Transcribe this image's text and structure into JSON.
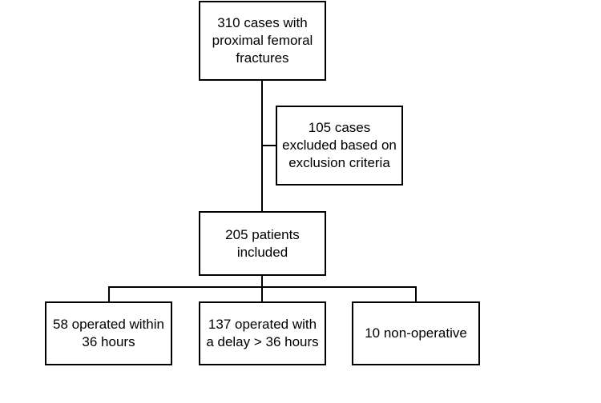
{
  "flowchart": {
    "top_box": {
      "lines": [
        "310 cases with",
        "proximal femoral",
        "fractures"
      ]
    },
    "excluded_box": {
      "lines": [
        "105 cases",
        "excluded based on",
        "exclusion criteria"
      ]
    },
    "included_box": {
      "lines": [
        "205 patients",
        "included"
      ]
    },
    "outcome_boxes": [
      {
        "lines": [
          "58 operated within",
          "36 hours"
        ]
      },
      {
        "lines": [
          "137 operated with",
          "a delay > 36 hours"
        ]
      },
      {
        "lines": [
          "10 non-operative"
        ]
      }
    ]
  },
  "colors": {
    "line": "#000000",
    "box_border": "#000000",
    "background": "#ffffff"
  }
}
